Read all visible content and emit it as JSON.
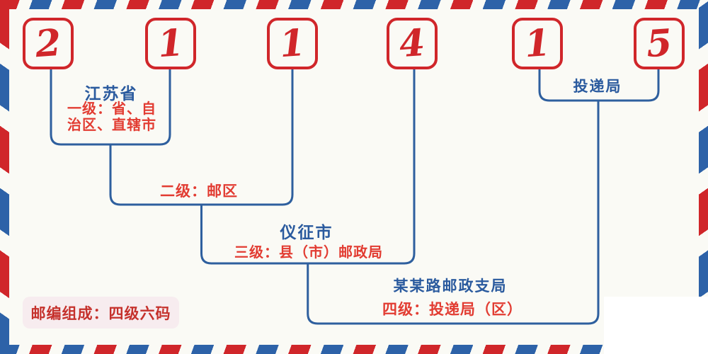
{
  "postal_code": {
    "digits": [
      "2",
      "1",
      "1",
      "4",
      "1",
      "5"
    ]
  },
  "labels": {
    "level1_region": "江苏省",
    "level1_desc_line1": "一级：省、自",
    "level1_desc_line2": "治区、直辖市",
    "level2_desc": "二级：邮区",
    "level3_region": "仪征市",
    "level3_desc": "三级：县（市）邮政局",
    "delivery_office": "投递局",
    "level4_branch": "某某路邮政支局",
    "level4_desc": "四级：投递局（区）",
    "composition_note": "邮编组成：四级六码"
  },
  "colors": {
    "stripe_red": "#d0262a",
    "stripe_blue": "#2d62a8",
    "connector_blue": "#2e5f9e",
    "heading_blue": "#2a5a9e",
    "desc_red": "#e23c32",
    "note_red": "#c5312c",
    "note_background": "#f7ecef",
    "page_background": "#fafaf5"
  }
}
